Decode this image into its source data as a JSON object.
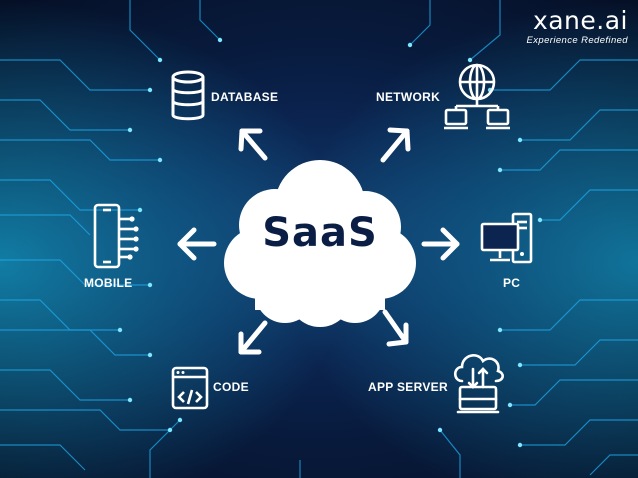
{
  "brand": {
    "name": "xane.ai",
    "tagline": "Experience Redefined"
  },
  "center": {
    "label": "SaaS"
  },
  "nodes": {
    "database": "DATABASE",
    "network": "NETWORK",
    "mobile": "MOBILE",
    "pc": "PC",
    "code": "CODE",
    "app_server": "APP SERVER"
  },
  "colors": {
    "background": "#081a3c",
    "circuit": "#1fa8e8",
    "glow": "#5fe0ff",
    "cloud": "#ffffff",
    "center_text": "#0a1e45"
  },
  "icons": [
    "database-icon",
    "network-globe-icon",
    "mobile-phone-icon",
    "pc-computer-icon",
    "code-window-icon",
    "cloud-server-icon",
    "arrow-icon"
  ]
}
